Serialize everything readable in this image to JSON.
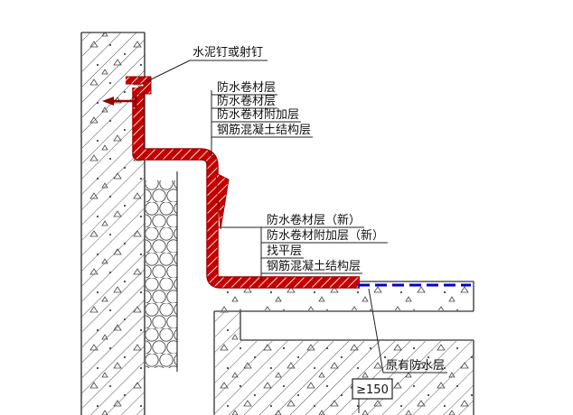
{
  "drawing": {
    "labels": {
      "nail": "水泥钉或射钉",
      "group1": [
        "防水卷材层",
        "防水卷材层",
        "防水卷材附加层",
        "钢筋混凝土结构层"
      ],
      "group2": [
        "防水卷材层（新）",
        "防水卷材附加层（新）",
        "找平层",
        "钢筋混凝土结构层"
      ],
      "existing": "原有防水层",
      "dimension": "≥150"
    },
    "colors": {
      "membrane": "#c40000",
      "membrane_dark": "#9a0000",
      "existing_membrane": "#0000c8",
      "line": "#333333"
    }
  }
}
